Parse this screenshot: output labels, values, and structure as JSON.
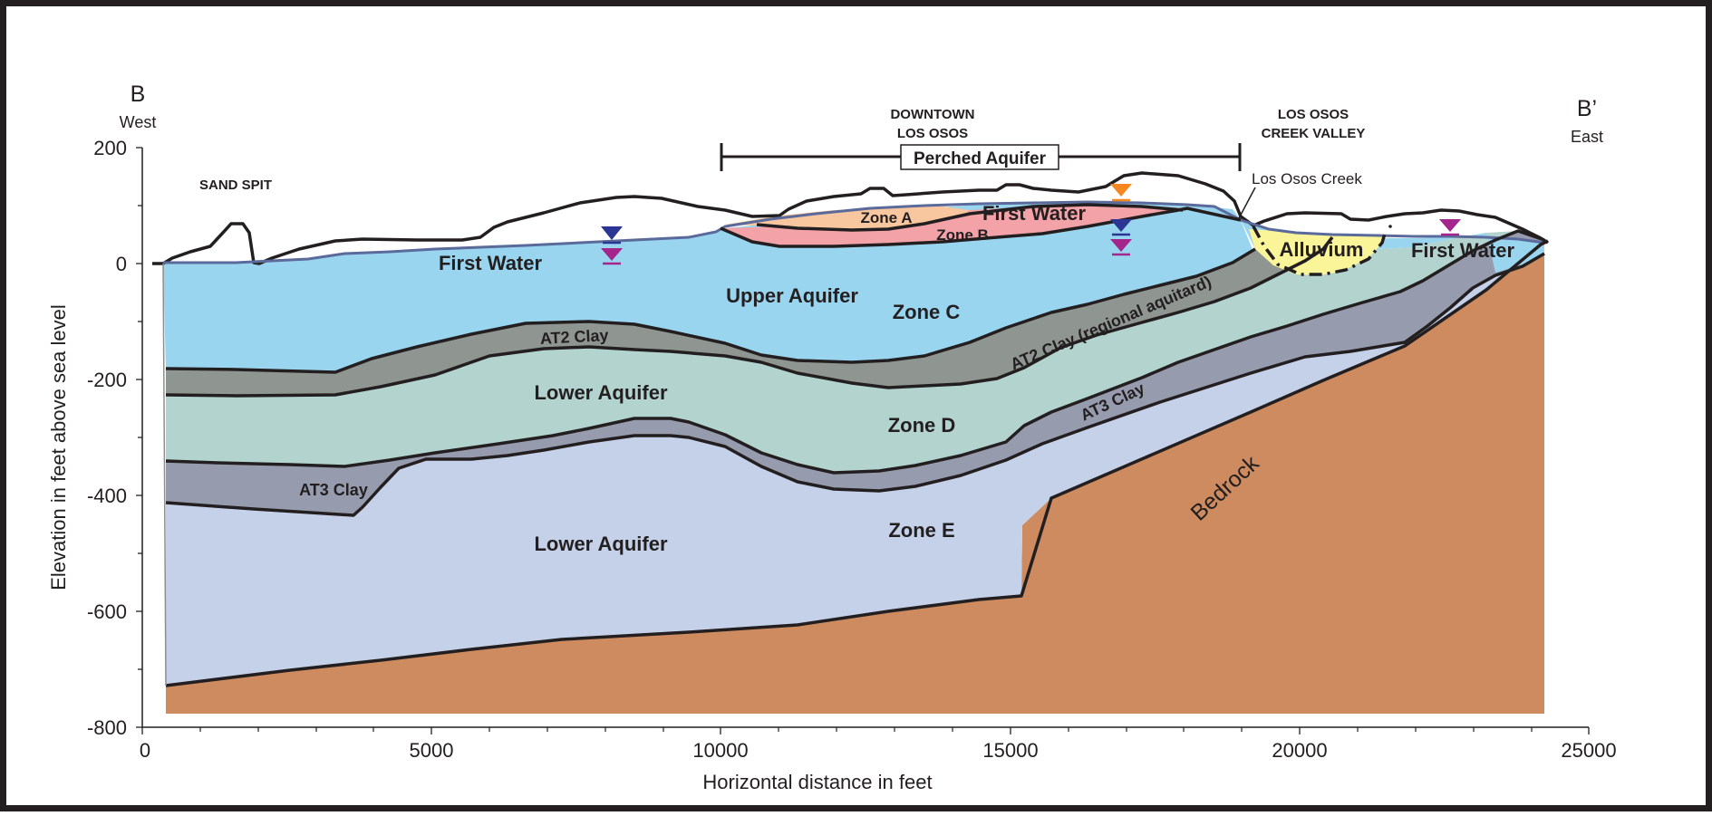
{
  "axes": {
    "x_label": "Horizontal distance in feet",
    "y_label": "Elevation in feet above sea level",
    "x_ticks": [
      "0",
      "5000",
      "10000",
      "15000",
      "20000",
      "25000"
    ],
    "y_ticks": [
      "200",
      "0",
      "-200",
      "-400",
      "-600",
      "-800"
    ],
    "x_range": [
      0,
      25000
    ],
    "y_range": [
      -800,
      200
    ]
  },
  "section": {
    "start_letter": "B",
    "start_dir": "West",
    "end_letter": "B’",
    "end_dir": "East"
  },
  "places": {
    "sand_spit": "SAND SPIT",
    "downtown_1": "DOWNTOWN",
    "downtown_2": "LOS OSOS",
    "creek_valley_1": "LOS OSOS",
    "creek_valley_2": "CREEK VALLEY",
    "creek": "Los Osos Creek",
    "perched": "Perched Aquifer"
  },
  "layers": {
    "first_water_west": "First Water",
    "first_water_perched": "First Water",
    "first_water_east": "First Water",
    "zone_a": "Zone A",
    "zone_b": "Zone B",
    "upper_aquifer": "Upper Aquifer",
    "zone_c": "Zone C",
    "at2_clay": "AT2 Clay",
    "at2_regional": "AT2 Clay (regional aquitard)",
    "lower_aquifer_d": "Lower Aquifer",
    "zone_d": "Zone D",
    "at3_clay_west": "AT3 Clay",
    "at3_clay_east": "AT3 Clay",
    "lower_aquifer_e": "Lower Aquifer",
    "zone_e": "Zone E",
    "alluvium": "Alluvium",
    "bedrock": "Bedrock"
  },
  "colors": {
    "upper_aquifer": "#9ad5ef",
    "at2_clay": "#8f9590",
    "lower_aquifer_d": "#b3d3ce",
    "at3_clay": "#969cad",
    "lower_aquifer_e": "#c5d1e9",
    "bedrock": "#cd8b5f",
    "zone_a": "#f8c7a0",
    "zone_b": "#f3a3a8",
    "alluvium": "#fbf59a",
    "marker_blue": "#2b3593",
    "marker_magenta": "#a4258c",
    "marker_orange": "#f4871f"
  }
}
